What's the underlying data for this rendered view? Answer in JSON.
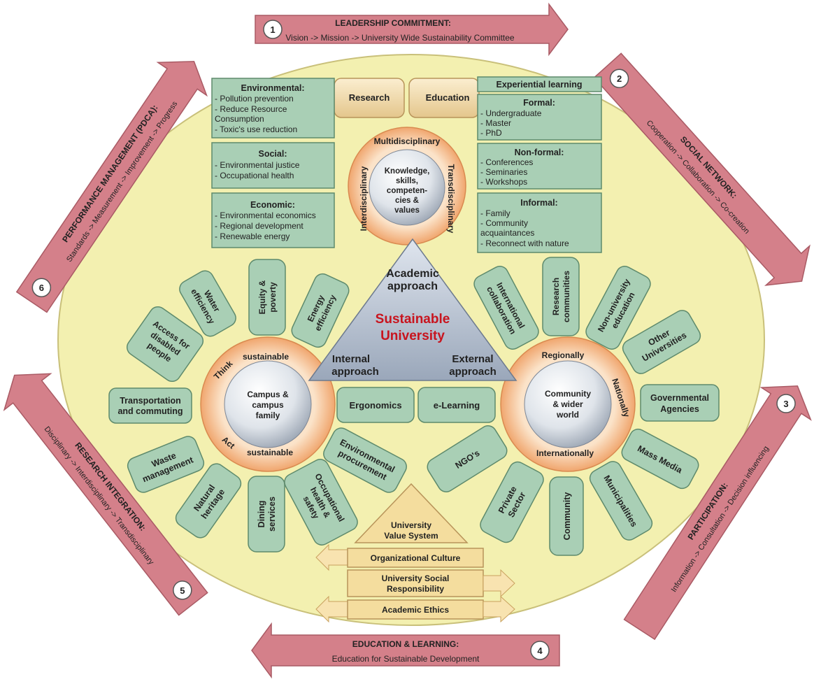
{
  "colors": {
    "ellipse": "#f3f0b0",
    "arrow": "#d4808a",
    "green_box": "#a9cfb5",
    "sphere": "#e6eaf0",
    "ring": "#f3b585",
    "triangle": "#b8c3d2",
    "brown_box": "#ead6a6",
    "house": "#f4dd9e",
    "red_text": "#c8141e"
  },
  "arrows": {
    "a1": {
      "num": "1",
      "title": "LEADERSHIP COMMITMENT:",
      "sub": "Vision -> Mission -> University Wide Sustainability Committee"
    },
    "a2": {
      "num": "2",
      "title": "SOCIAL NETWORK:",
      "sub": "Cooperation -> Collaboration -> Co-creation"
    },
    "a3": {
      "num": "3",
      "title": "PARTICIPATION:",
      "sub": "Information -> Consultation -> Decision influencing"
    },
    "a4": {
      "num": "4",
      "title": "EDUCATION & LEARNING:",
      "sub": "Education for Sustainable Development"
    },
    "a5": {
      "num": "5",
      "title": "RESEARCH INTEGRATION:",
      "sub": "Disciplinary -> Interdisciplinary -> Transdisciplinary"
    },
    "a6": {
      "num": "6",
      "title": "PERFORMANCE MANAGEMENT (PDCA):",
      "sub": "Standards -> Measurement -> Improvement -> Progress"
    }
  },
  "research": {
    "tab": "Research",
    "environmental": {
      "title": "Environmental:",
      "lines": [
        "- Pollution prevention",
        "- Reduce Resource",
        "Consumption",
        "- Toxic's use reduction"
      ]
    },
    "social": {
      "title": "Social:",
      "lines": [
        "- Environmental justice",
        "- Occupational health"
      ]
    },
    "economic": {
      "title": "Economic:",
      "lines": [
        "- Environmental economics",
        "- Regional development",
        "- Renewable energy"
      ]
    }
  },
  "education": {
    "tab": "Education",
    "experiential": "Experiential learning",
    "formal": {
      "title": "Formal:",
      "lines": [
        "- Undergraduate",
        "- Master",
        "- PhD"
      ]
    },
    "nonformal": {
      "title": "Non-formal:",
      "lines": [
        "- Conferences",
        "- Seminaries",
        "- Workshops"
      ]
    },
    "informal": {
      "title": "Informal:",
      "lines": [
        "- Family",
        "- Community",
        "acquaintances",
        "- Reconnect with nature"
      ]
    }
  },
  "academic_circle": {
    "center": [
      "Knowledge,",
      "skills,",
      "competen-",
      "cies &",
      "values"
    ],
    "top": "Multidisciplinary",
    "left": "Interdisciplinary",
    "right": "Transdisciplinary"
  },
  "triangle": {
    "top": [
      "Academic",
      "approach"
    ],
    "center": [
      "Sustainable",
      "University"
    ],
    "left": [
      "Internal",
      "approach"
    ],
    "right": [
      "External",
      "approach"
    ]
  },
  "campus_circle": {
    "center": [
      "Campus &",
      "campus",
      "family"
    ],
    "think": "Think",
    "sustainable_top": "sustainable",
    "act": "Act",
    "sustainable_bottom": "sustainable"
  },
  "community_circle": {
    "center": [
      "Community",
      "& wider",
      "world"
    ],
    "regionally": "Regionally",
    "nationally": "Nationally",
    "internationally": "Internationally"
  },
  "internal_petals": {
    "access": [
      "Access for",
      "disabled",
      "people"
    ],
    "water": [
      "Water",
      "efficiency"
    ],
    "equity": [
      "Equity &",
      "poverty"
    ],
    "energy": [
      "Energy",
      "efficiency"
    ],
    "transport": [
      "Transportation",
      "and commuting"
    ],
    "waste": [
      "Waste",
      "management"
    ],
    "natural": [
      "Natural",
      "heritage"
    ],
    "dining": [
      "Dining",
      "services"
    ],
    "occupational": [
      "Occupational",
      "health &",
      "safety"
    ],
    "environmental": [
      "Environmental",
      "procurement"
    ]
  },
  "center_boxes": {
    "ergonomics": "Ergonomics",
    "elearning": "e-Learning"
  },
  "external_petals": {
    "international": [
      "International",
      "collaboration"
    ],
    "research_comm": [
      "Research",
      "communities"
    ],
    "nonuniv": [
      "Non-university",
      "education"
    ],
    "other_univ": [
      "Other",
      "Universities"
    ],
    "gov": [
      "Governmental",
      "Agencies"
    ],
    "media": [
      "Mass Media"
    ],
    "municipalities": [
      "Municipalities"
    ],
    "community": [
      "Community"
    ],
    "private": [
      "Private",
      "Sector"
    ],
    "ngo": [
      "NGO's"
    ]
  },
  "house": {
    "value_system": [
      "University",
      "Value System"
    ],
    "culture": "Organizational Culture",
    "usr": [
      "University Social",
      "Responsibility"
    ],
    "ethics": "Academic Ethics"
  }
}
